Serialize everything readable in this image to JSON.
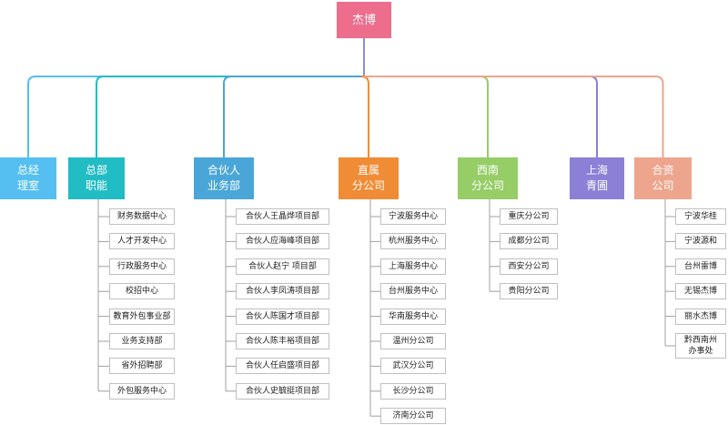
{
  "diagram": {
    "root": {
      "label": "杰博",
      "color": "#ec6d8c",
      "line_color": "#8c8dd0"
    },
    "branches": [
      {
        "id": "zongjingli",
        "label": "总经\n理室",
        "color": "#55bff1",
        "children": []
      },
      {
        "id": "zongbu",
        "label": "总部\n职能",
        "color": "#22bcc4",
        "children": [
          "财务数据中心",
          "人才开发中心",
          "行政服务中心",
          "校招中心",
          "教育外包事业部",
          "业务支持部",
          "省外招聘部",
          "外包服务中心"
        ]
      },
      {
        "id": "hehuoren",
        "label": "合伙人\n业务部",
        "color": "#4aa6d8",
        "children": [
          "合伙人王晶烨项目部",
          "合伙人应海峰项目部",
          "合伙人赵宁 项目部",
          "合伙人李凤涛项目部",
          "合伙人陈国才项目部",
          "合伙人陈丰裕项目部",
          "合伙人任启盛项目部",
          "合伙人史毓挺项目部"
        ]
      },
      {
        "id": "zhishu",
        "label": "直属\n分公司",
        "color": "#f08c36",
        "children": [
          "宁波服务中心",
          "杭州服务中心",
          "上海服务中心",
          "台州服务中心",
          "华南服务中心",
          "温州分公司",
          "武汉分公司",
          "长沙分公司",
          "济南分公司"
        ]
      },
      {
        "id": "xinan",
        "label": "西南\n分公司",
        "color": "#96cd67",
        "children": [
          "重庆分公司",
          "成都分公司",
          "西安分公司",
          "贵阳分公司"
        ]
      },
      {
        "id": "shanghai",
        "label": "上海\n青圃",
        "color": "#8b80d6",
        "children": []
      },
      {
        "id": "hezi",
        "label": "合资\n公司",
        "color": "#eda58e",
        "children": [
          "宁波华桂",
          "宁波源和",
          "台州雷博",
          "无锡杰博",
          "丽水杰博",
          "黔西南州\n办事处"
        ]
      }
    ]
  }
}
